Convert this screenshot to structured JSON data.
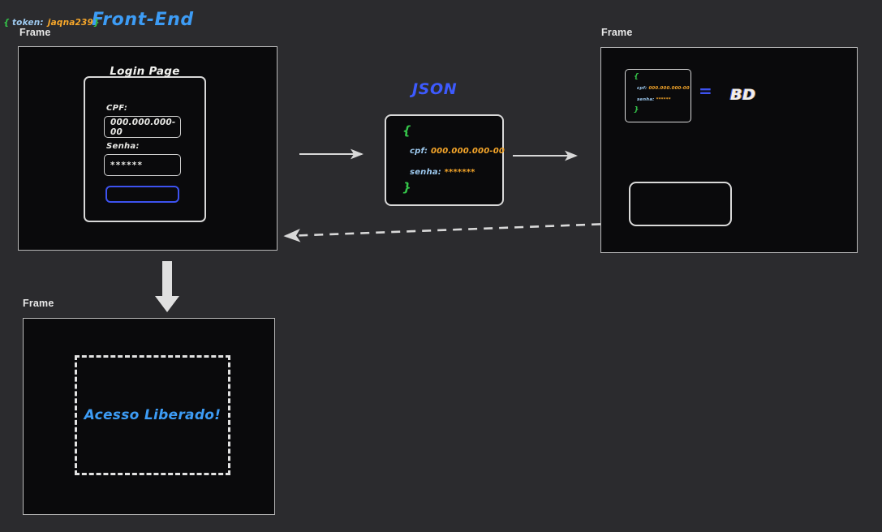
{
  "frames": {
    "frontend": {
      "label": "Frame",
      "title": "Front-End"
    },
    "backend": {
      "label": "Frame"
    },
    "result": {
      "label": "Frame"
    }
  },
  "login_card": {
    "title": "Login Page",
    "cpf_label": "CPF:",
    "cpf_value": "000.000.000-00",
    "senha_label": "Senha:",
    "senha_value": "******",
    "submit_label": ""
  },
  "json_section": {
    "title": "JSON",
    "brace_open": "{",
    "brace_close": "}",
    "cpf_key": "cpf:",
    "cpf_value": "000.000.000-00",
    "senha_key": "senha:",
    "senha_value": "*******"
  },
  "backend": {
    "json_brace_open": "{",
    "json_brace_close": "}",
    "json_cpf_key": "cpf:",
    "json_cpf_value": "000.000.000-00",
    "json_senha_key": "senha:",
    "json_senha_value": "******",
    "equals": "=",
    "database_label": "BD",
    "token_brace_open": "{",
    "token_key": "token:",
    "token_value": "jaqna239",
    "token_brace_close": "}"
  },
  "result": {
    "message": "Acesso Liberado!"
  },
  "colors": {
    "page_background": "#2b2b2e",
    "frame_background": "#0a0a0c",
    "frame_border": "#b9b9b9",
    "accent_blue": "#3d9cf5",
    "json_blue": "#3d5afe",
    "button_blue": "#3d52f0",
    "code_brace_green": "#35c64a",
    "code_key_blue": "#9dc9ef",
    "code_value_orange": "#f7a72a",
    "arrow_gray": "#d8d8d8"
  }
}
